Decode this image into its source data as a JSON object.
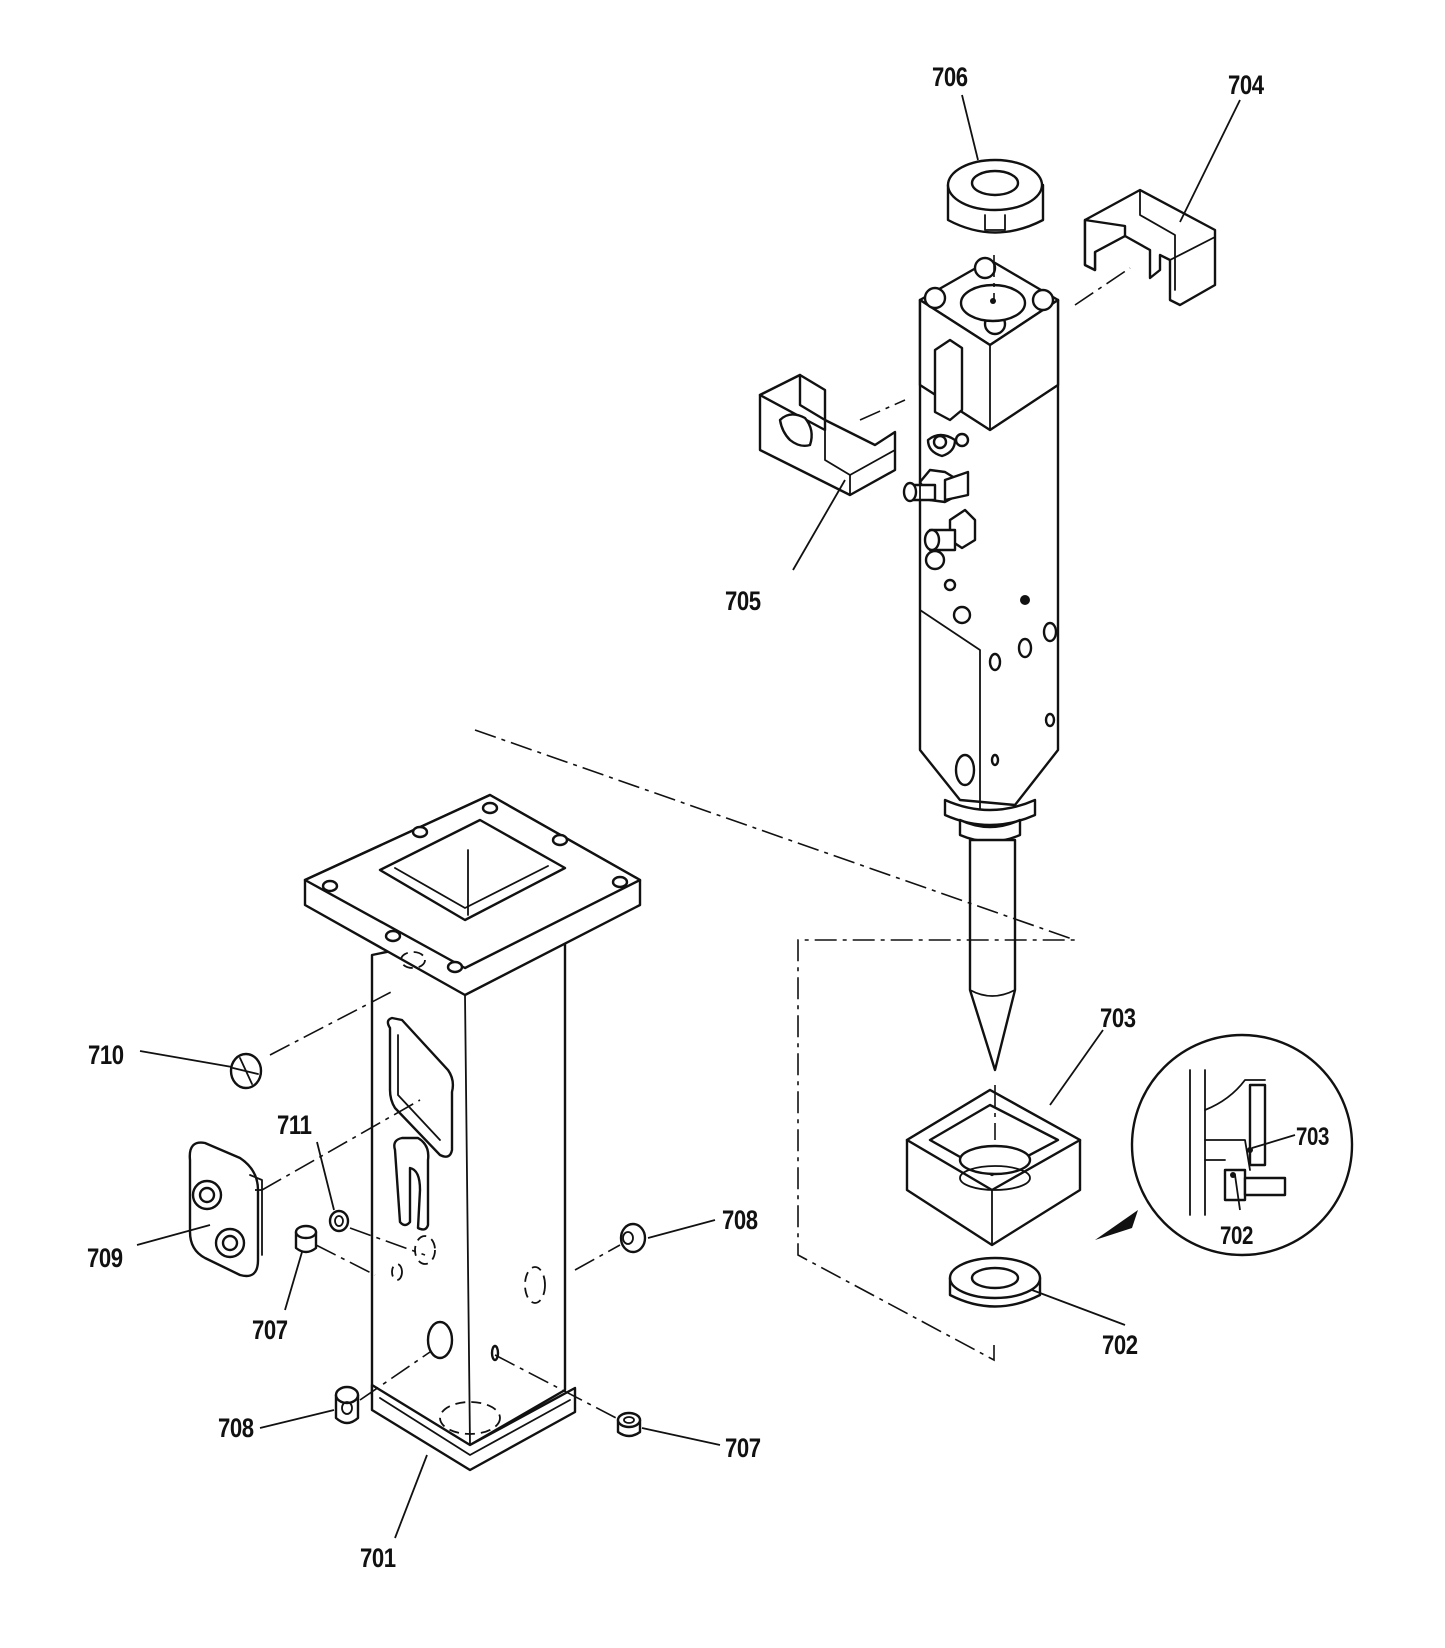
{
  "callouts": {
    "c701": "701",
    "c702": "702",
    "c702_detail": "702",
    "c703": "703",
    "c703_detail": "703",
    "c704": "704",
    "c705": "705",
    "c706": "706",
    "c707_left": "707",
    "c707_right": "707",
    "c708_left": "708",
    "c708_right": "708",
    "c709": "709",
    "c710": "710",
    "c711": "711"
  }
}
